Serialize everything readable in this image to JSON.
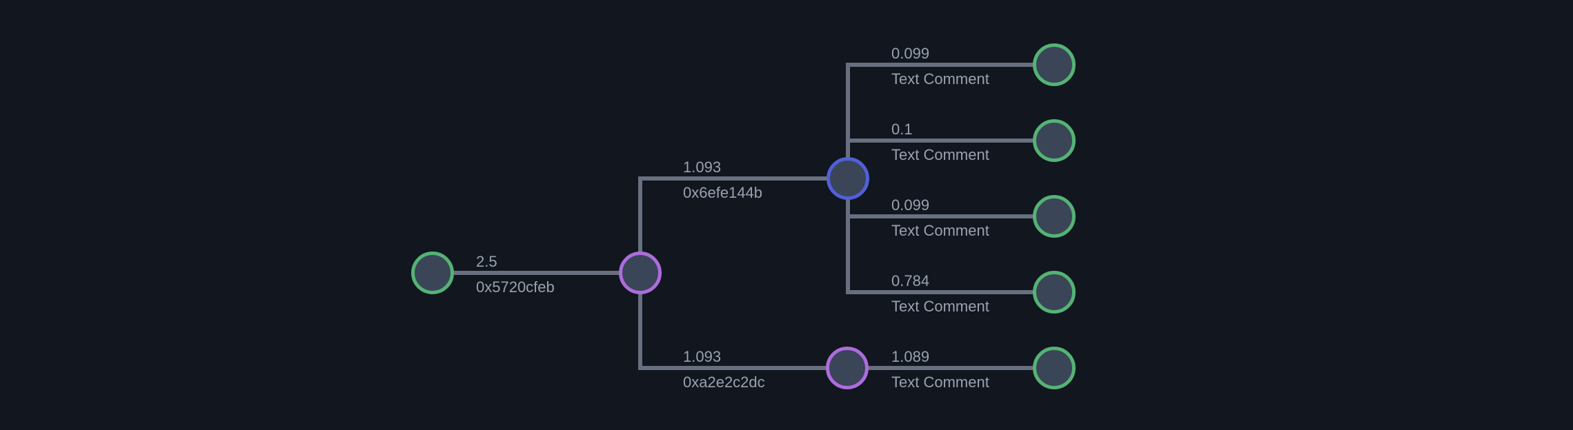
{
  "app": {
    "background_color": "#11161f"
  },
  "colors": {
    "node_fill": "#3a4558",
    "edge_line": "#68707f",
    "label_text": "#9aa2af",
    "node_border_green": "#54b374",
    "node_border_purple": "#ad6cdd",
    "node_border_blue": "#5160d9"
  },
  "tree": {
    "nodes": [
      {
        "id": "root",
        "border": "green"
      },
      {
        "id": "mid",
        "border": "purple"
      },
      {
        "id": "upper",
        "border": "blue"
      },
      {
        "id": "lower",
        "border": "purple"
      },
      {
        "id": "leaf-1",
        "border": "green"
      },
      {
        "id": "leaf-2",
        "border": "green"
      },
      {
        "id": "leaf-3",
        "border": "green"
      },
      {
        "id": "leaf-4",
        "border": "green"
      },
      {
        "id": "leaf-5",
        "border": "green"
      }
    ],
    "edges": [
      {
        "from": "root",
        "to": "mid",
        "value": "2.5",
        "comment": "0x5720cfeb"
      },
      {
        "from": "mid",
        "to": "upper",
        "value": "1.093",
        "comment": "0x6efe144b"
      },
      {
        "from": "mid",
        "to": "lower",
        "value": "1.093",
        "comment": "0xa2e2c2dc"
      },
      {
        "from": "upper",
        "to": "leaf-1",
        "value": "0.099",
        "comment": "Text Comment"
      },
      {
        "from": "upper",
        "to": "leaf-2",
        "value": "0.1",
        "comment": "Text Comment"
      },
      {
        "from": "upper",
        "to": "leaf-3",
        "value": "0.099",
        "comment": "Text Comment"
      },
      {
        "from": "upper",
        "to": "leaf-4",
        "value": "0.784",
        "comment": "Text Comment"
      },
      {
        "from": "lower",
        "to": "leaf-5",
        "value": "1.089",
        "comment": "Text Comment"
      }
    ]
  }
}
